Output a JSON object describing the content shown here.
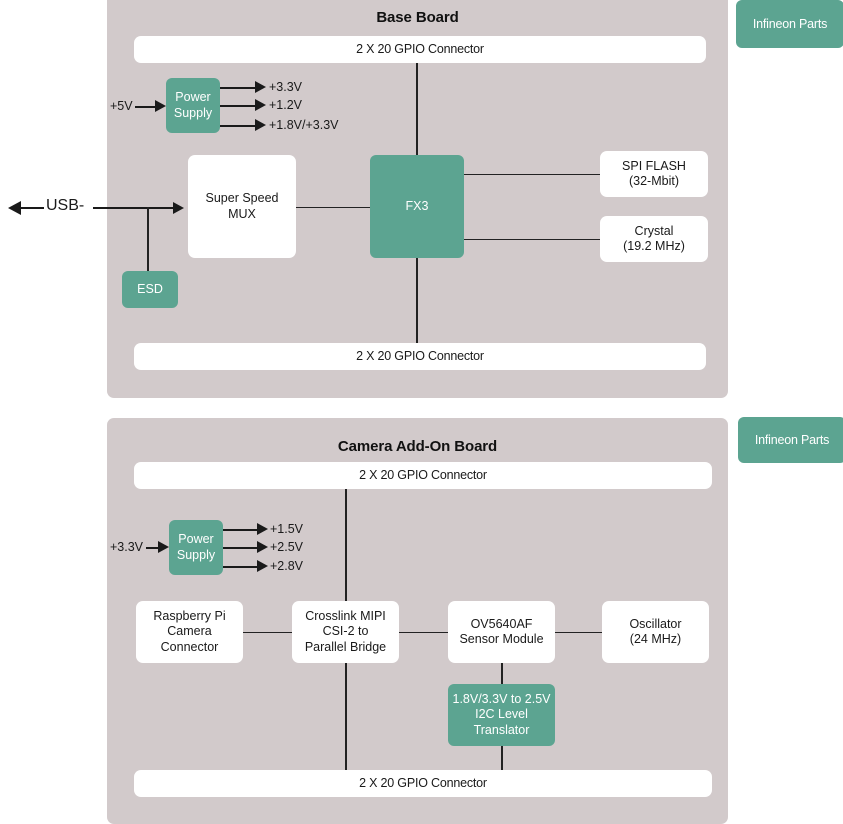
{
  "diagram": {
    "title_hidden": "USB Camera Reference Design Block Diagram",
    "colors": {
      "board_background": "#d2cacb",
      "infineon_part": "#5ca491",
      "generic_part": "#ffffff",
      "wire": "#1a1a1a",
      "page_background": "#ffffff"
    }
  },
  "base_board": {
    "title": "Base Board",
    "badge": "Infineon Parts",
    "gpio_top": "2 X 20 GPIO Connector",
    "gpio_bottom": "2 X 20 GPIO Connector",
    "power_supply": {
      "label_line1": "Power",
      "label_line2": "Supply",
      "input": "+5V",
      "outputs": [
        "+3.3V",
        "+1.2V",
        "+1.8V/+3.3V"
      ]
    },
    "usb_label": "USB-",
    "esd": "ESD",
    "mux": {
      "line1": "Super Speed",
      "line2": "MUX"
    },
    "fx3": "FX3",
    "spi_flash": {
      "line1": "SPI FLASH",
      "line2": "(32-Mbit)"
    },
    "crystal": {
      "line1": "Crystal",
      "line2": "(19.2 MHz)"
    }
  },
  "camera_board": {
    "title": "Camera Add-On Board",
    "badge": "Infineon Parts",
    "gpio_top": "2 X 20 GPIO Connector",
    "gpio_bottom": "2 X 20 GPIO Connector",
    "power_supply": {
      "label_line1": "Power",
      "label_line2": "Supply",
      "input": "+3.3V",
      "outputs": [
        "+1.5V",
        "+2.5V",
        "+2.8V"
      ]
    },
    "raspberry_pi_connector": {
      "line1": "Raspberry Pi",
      "line2": "Camera",
      "line3": "Connector"
    },
    "crosslink_bridge": {
      "line1": "Crosslink MIPI",
      "line2": "CSI-2 to",
      "line3": "Parallel Bridge"
    },
    "sensor_module": {
      "line1": "OV5640AF",
      "line2": "Sensor Module"
    },
    "oscillator": {
      "line1": "Oscillator",
      "line2": "(24 MHz)"
    },
    "i2c_translator": {
      "line1": "1.8V/3.3V to 2.5V",
      "line2": "I2C Level",
      "line3": "Translator"
    }
  }
}
